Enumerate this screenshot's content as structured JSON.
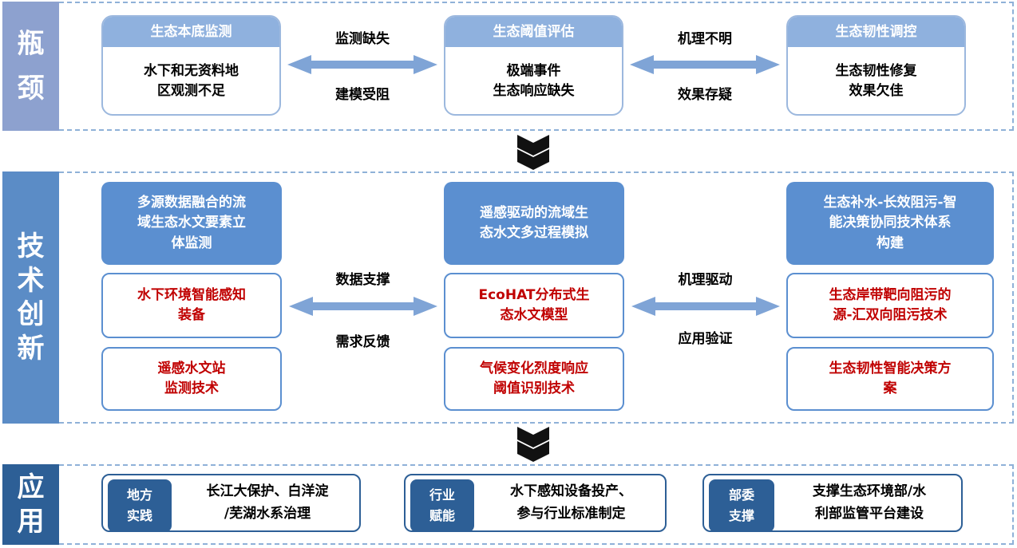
{
  "sections": {
    "bottleneck": {
      "label_l1": "瓶",
      "label_l2": "颈"
    },
    "innovation": {
      "label_l1": "技",
      "label_l2": "术",
      "label_l3": "创",
      "label_l4": "新"
    },
    "application": {
      "label_l1": "应",
      "label_l2": "用"
    }
  },
  "bottleneck": {
    "card1": {
      "title": "生态本底监测",
      "body_l1": "水下和无资料地",
      "body_l2": "区观测不足"
    },
    "card2": {
      "title": "生态阈值评估",
      "body_l1": "极端事件",
      "body_l2": "生态响应缺失"
    },
    "card3": {
      "title": "生态韧性调控",
      "body_l1": "生态韧性修复",
      "body_l2": "效果欠佳"
    },
    "arrow1": {
      "top": "监测缺失",
      "bottom": "建模受阻"
    },
    "arrow2": {
      "top": "机理不明",
      "bottom": "效果存疑"
    }
  },
  "innovation": {
    "col1": {
      "head_l1": "多源数据融合的流",
      "head_l2": "域生态水文要素立",
      "head_l3": "体监测",
      "tech1_l1": "水下环境智能感知",
      "tech1_l2": "装备",
      "tech2_l1": "遥感水文站",
      "tech2_l2": "监测技术"
    },
    "col2": {
      "head_l1": "遥感驱动的流域生",
      "head_l2": "态水文多过程模拟",
      "tech1_l1": "EcoHAT分布式生",
      "tech1_l2": "态水文模型",
      "tech2_l1": "气候变化烈度响应",
      "tech2_l2": "阈值识别技术"
    },
    "col3": {
      "head_l1": "生态补水-长效阻污-智",
      "head_l2": "能决策协同技术体系",
      "head_l3": "构建",
      "tech1_l1": "生态岸带靶向阻污的",
      "tech1_l2": "源-汇双向阻污技术",
      "tech2_l1": "生态韧性智能决策方",
      "tech2_l2": "案"
    },
    "arrow1": {
      "top": "数据支撑",
      "bottom": "需求反馈"
    },
    "arrow2": {
      "top": "机理驱动",
      "bottom": "应用验证"
    }
  },
  "application": {
    "item1": {
      "tag_l1": "地方",
      "tag_l2": "实践",
      "text_l1": "长江大保护、白洋淀",
      "text_l2": "/芜湖水系治理"
    },
    "item2": {
      "tag_l1": "行业",
      "tag_l2": "赋能",
      "text_l1": "水下感知设备投产、",
      "text_l2": "参与行业标准制定"
    },
    "item3": {
      "tag_l1": "部委",
      "tag_l2": "支撑",
      "text_l1": "支撑生态环境部/水",
      "text_l2": "利部监管平台建设"
    }
  },
  "colors": {
    "sidebar_light": "#8da1cf",
    "sidebar_mid": "#5b8cc6",
    "sidebar_dark": "#2d5f96",
    "card_head": "#8fb1de",
    "accent_red": "#c00000"
  }
}
